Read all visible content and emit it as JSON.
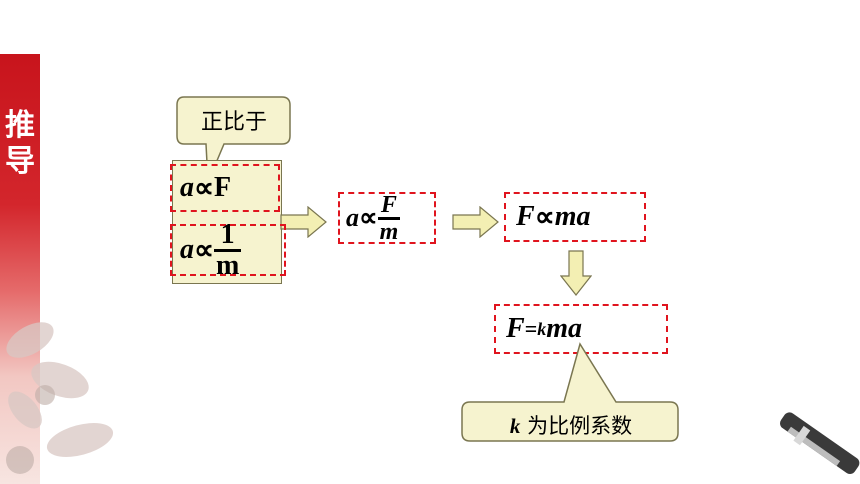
{
  "sidebar": {
    "title": "推导"
  },
  "callouts": {
    "top": "正比于",
    "bottom_k": "k",
    "bottom_text": " 为比例系数"
  },
  "formulas": {
    "a_prop_F": {
      "a": "a",
      "prop": " ∝ ",
      "F": "F"
    },
    "a_prop_inv_m": {
      "a": "a",
      "prop": " ∝ ",
      "num": "1",
      "den": "m"
    },
    "a_prop_F_over_m": {
      "a": "a",
      "prop": "∝ ",
      "num": "F",
      "den": "m"
    },
    "F_prop_ma": {
      "F": "F",
      "prop": " ∝",
      "ma": "ma"
    },
    "F_eq_kma": {
      "F": "F",
      "eq": " =",
      "k": "k",
      "ma": " ma"
    }
  },
  "colors": {
    "accent_red": "#e0141e",
    "callout_fill": "#f6f3cf",
    "arrow_fill": "#f3efb3"
  }
}
